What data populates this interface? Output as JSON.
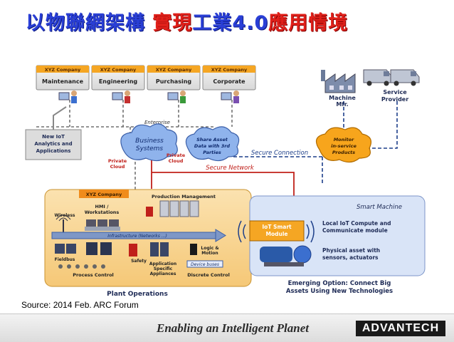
{
  "title": {
    "part1": "以物聯網架構 ",
    "part2a": "實現",
    "part2b": "工業4.0",
    "part2c": "應用情境"
  },
  "source_text": "Source: 2014 Feb. ARC Forum",
  "footer": {
    "tagline": "Enabling an Intelligent Planet",
    "brand": "ADVANTECH"
  },
  "diagram": {
    "tabs": [
      {
        "company": "XYZ Company",
        "label": "Maintenance"
      },
      {
        "company": "XYZ Company",
        "label": "Engineering"
      },
      {
        "company": "XYZ Company",
        "label": "Purchasing"
      },
      {
        "company": "XYZ Company",
        "label": "Corporate"
      }
    ],
    "machine_mfr": [
      "Machine",
      "Mfr."
    ],
    "service_provider": [
      "Service",
      "Provider"
    ],
    "enterprise": "Enterprise",
    "new_iot": [
      "New IoT",
      "Analytics and",
      "Applications"
    ],
    "business_systems": [
      "Business",
      "Systems"
    ],
    "share_asset": [
      "Share Asset",
      "Data with 3rd",
      "Parties"
    ],
    "secure_connection": "Secure Connection",
    "monitor": [
      "Monitor",
      "in-service",
      "Products"
    ],
    "private_cloud_1": [
      "Private",
      "Cloud"
    ],
    "private_cloud_2": [
      "Private",
      "Cloud"
    ],
    "secure_network": "Secure Network",
    "plant": {
      "company": "XYZ Company",
      "production_mgmt": "Production Management",
      "hmi": [
        "HMI /",
        "Workstations"
      ],
      "wireless": "Wireless",
      "infrastructure": "Infrastructure (Networks ...)",
      "fieldbus": "Fieldbus",
      "safety": "Safety",
      "logic_motion": [
        "Logic &",
        "Motion"
      ],
      "device_buses": "Device buses",
      "process_control": "Process Control",
      "app_specific": [
        "Application",
        "Specific",
        "Appliances"
      ],
      "discrete_control": "Discrete Control",
      "plant_operations": "Plant Operations"
    },
    "smart_machine": {
      "title": "Smart Machine",
      "module": [
        "IoT Smart",
        "Module"
      ],
      "local_compute": [
        "Local IoT Compute and",
        "Communicate module"
      ],
      "physical_asset": [
        "Physical asset with",
        "sensors, actuators"
      ]
    },
    "emerging": [
      "Emerging Option: Connect Big",
      "Assets Using New Technologies"
    ]
  }
}
